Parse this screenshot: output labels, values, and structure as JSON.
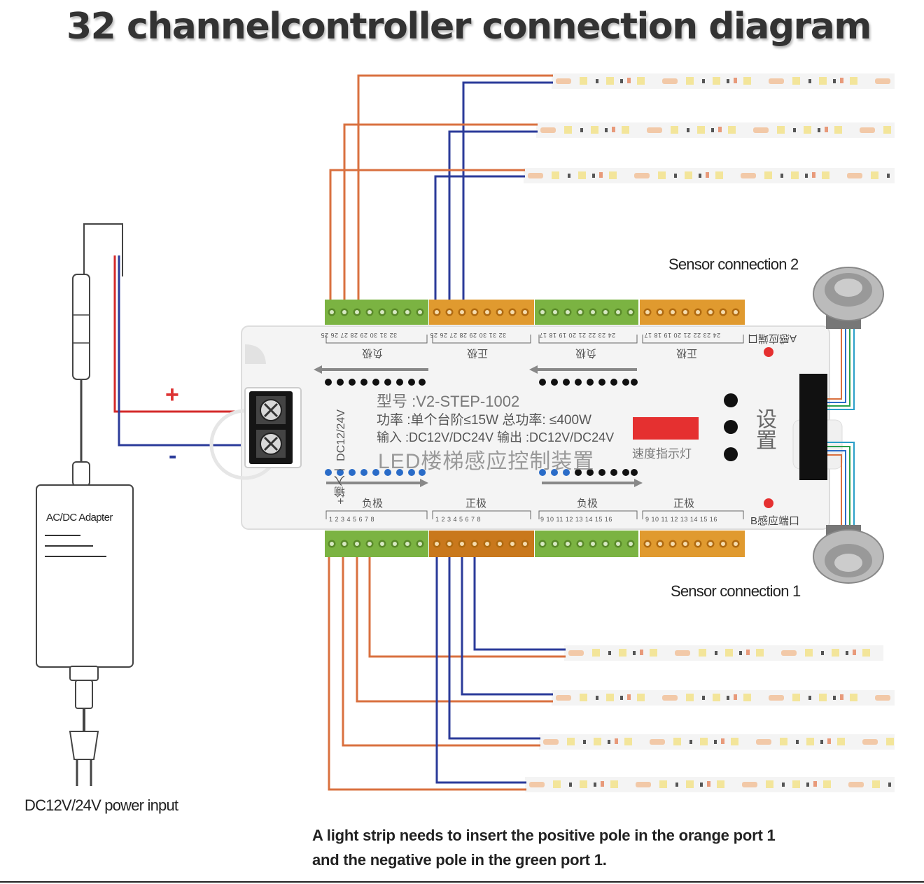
{
  "title": "32 channelcontroller connection diagram",
  "sensor_top_label": "Sensor connection 2",
  "sensor_bottom_label": "Sensor connection 1",
  "power_input_label": "DC12V/24V power input",
  "adapter_label": "AC/DC Adapter",
  "note_line1": "A light strip needs to insert the positive pole in the orange port 1",
  "note_line2": "and the negative pole in the green port 1.",
  "plus_sign": "+",
  "minus_sign": "-",
  "controller": {
    "model": "型号 :V2-STEP-1002",
    "power_spec": "功率 :单个台阶≤15W 总功率: ≤400W",
    "io_spec": "输入 :DC12V/DC24V  输出 :DC12V/DC24V",
    "brand": "LED楼梯感应控制装置",
    "speed_label": "速度指示灯",
    "setting_label": "设置",
    "input_label": "+输入一 DC12/24V",
    "port_a": "A感应端口",
    "port_b": "B感应端口",
    "neg_label": "负极",
    "pos_label": "正极",
    "nums_1_8": "1 2 3 4 5 6 7 8",
    "nums_9_16": "9 10 11 12 13 14 15 16",
    "nums_32_25": "32 31 30 29 28 27 26 25",
    "nums_24_17": "24 23 22 21 20 19 18 17"
  },
  "colors": {
    "wire_orange": "#d9703f",
    "wire_blue": "#2b3b9a",
    "wire_red": "#d42a2a",
    "terminal_green": "#7bb342",
    "terminal_orange": "#e09a2f",
    "led_red": "#e53030"
  }
}
